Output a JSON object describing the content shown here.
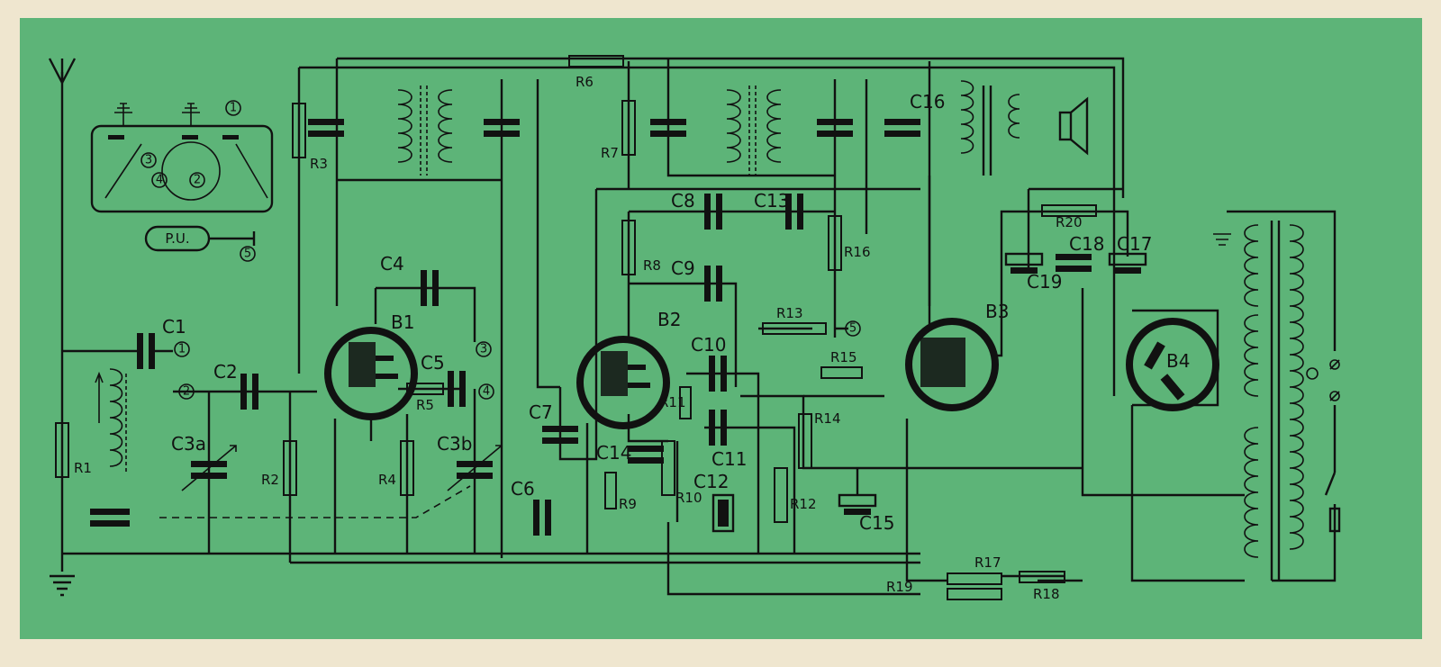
{
  "labels": {
    "R1": "R1",
    "R2": "R2",
    "R3": "R3",
    "R4": "R4",
    "R5": "R5",
    "R6": "R6",
    "R7": "R7",
    "R8": "R8",
    "R9": "R9",
    "R10": "R10",
    "R11": "R11",
    "R12": "R12",
    "R13": "R13",
    "R14": "R14",
    "R15": "R15",
    "R16": "R16",
    "R17": "R17",
    "R18": "R18",
    "R19": "R19",
    "R20": "R20",
    "C1": "C1",
    "C2": "C2",
    "C3a": "C3a",
    "C3b": "C3b",
    "C4": "C4",
    "C5": "C5",
    "C6": "C6",
    "C7": "C7",
    "C8": "C8",
    "C9": "C9",
    "C10": "C10",
    "C11": "C11",
    "C12": "C12",
    "C13": "C13",
    "C14": "C14",
    "C15": "C15",
    "C16": "C16",
    "C17": "C17",
    "C18": "C18",
    "C19": "C19",
    "B1": "B1",
    "B2": "B2",
    "B3": "B3",
    "B4": "B4",
    "PU": "P.U."
  },
  "terminals": [
    "1",
    "2",
    "3",
    "4",
    "5"
  ],
  "colors": {
    "background": "#5db478",
    "paper": "#efe6cf",
    "ink": "#111111"
  }
}
